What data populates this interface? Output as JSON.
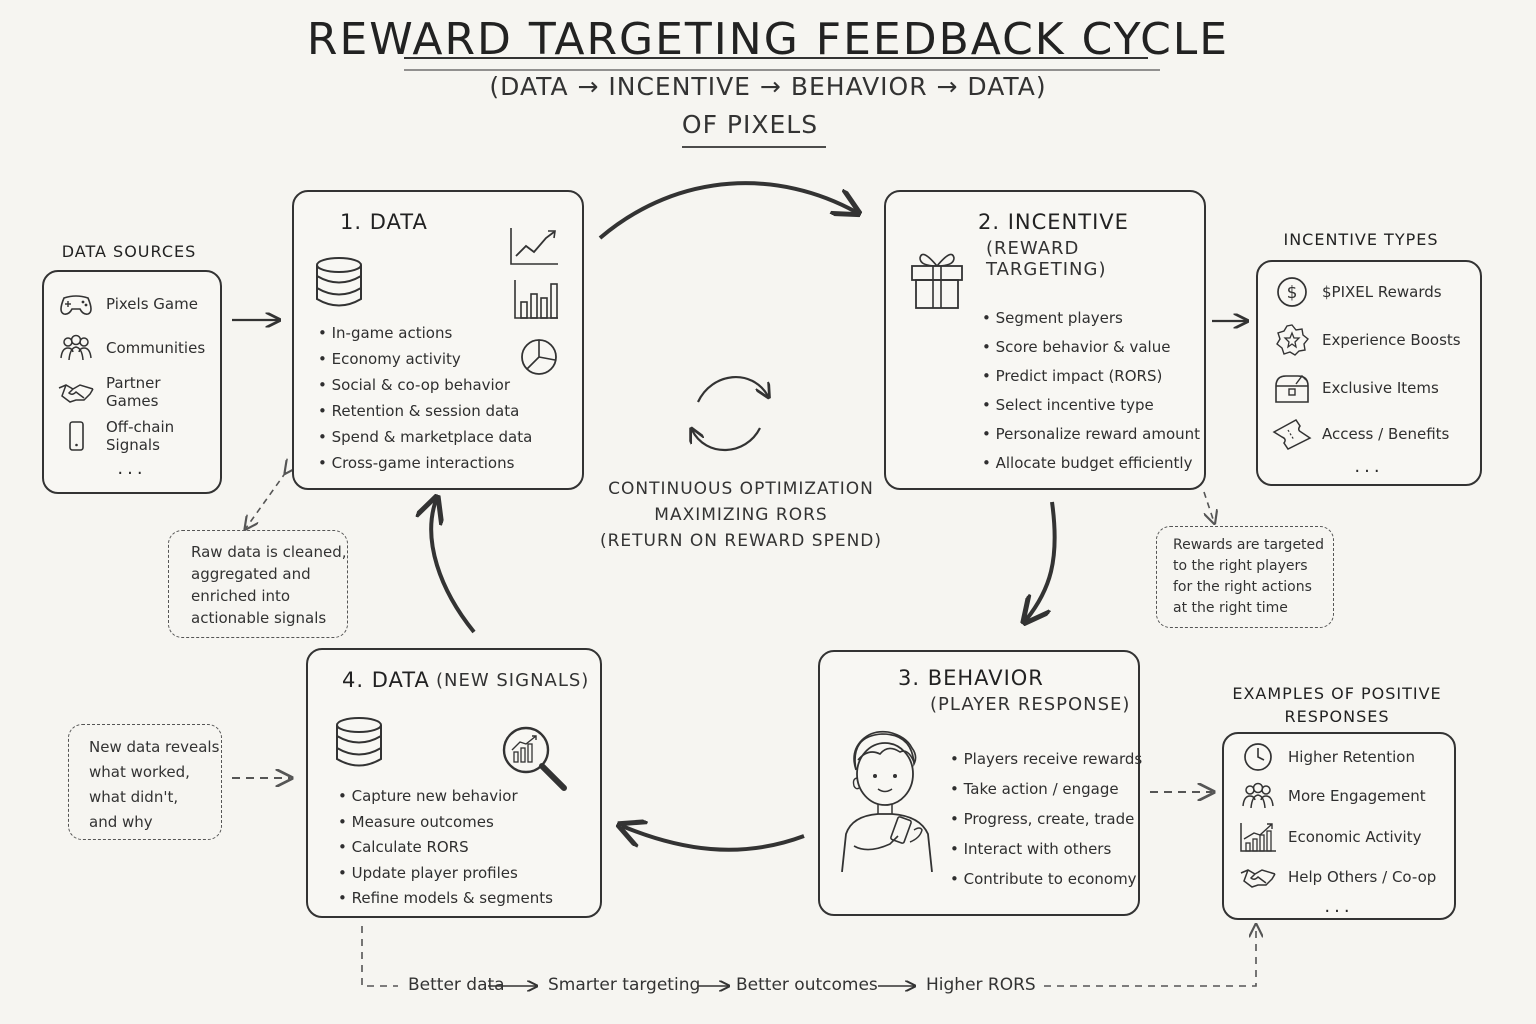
{
  "header": {
    "title": "REWARD TARGETING FEEDBACK CYCLE",
    "subtitle": "(DATA → INCENTIVE → BEHAVIOR → DATA)",
    "subtitle2": "OF PIXELS"
  },
  "data_sources": {
    "title": "DATA SOURCES",
    "items": [
      {
        "label": "Pixels Game",
        "icon": "gamepad-icon"
      },
      {
        "label": "Communities",
        "icon": "people-icon"
      },
      {
        "label": "Partner Games",
        "icon": "handshake-icon"
      },
      {
        "label": "Off-chain Signals",
        "icon": "phone-icon"
      }
    ],
    "more": "..."
  },
  "stage1": {
    "title": "1. DATA",
    "items": [
      "In-game actions",
      "Economy activity",
      "Social & co-op behavior",
      "Retention & session data",
      "Spend & marketplace data",
      "Cross-game interactions"
    ]
  },
  "stage2": {
    "title": "2. INCENTIVE",
    "subtitle": "(REWARD TARGETING)",
    "items": [
      "Segment players",
      "Score behavior & value",
      "Predict impact (RORS)",
      "Select incentive type",
      "Personalize reward amount",
      "Allocate budget efficiently"
    ]
  },
  "incentive_types": {
    "title": "INCENTIVE TYPES",
    "items": [
      {
        "label": "$PIXEL Rewards",
        "icon": "dollar-coin-icon"
      },
      {
        "label": "Experience Boosts",
        "icon": "star-badge-icon"
      },
      {
        "label": "Exclusive Items",
        "icon": "treasure-chest-icon"
      },
      {
        "label": "Access / Benefits",
        "icon": "ticket-icon"
      }
    ],
    "more": "..."
  },
  "stage3": {
    "title": "3. BEHAVIOR",
    "subtitle": "(PLAYER RESPONSE)",
    "items": [
      "Players receive rewards",
      "Take action / engage",
      "Progress, create, trade",
      "Interact with others",
      "Contribute to economy"
    ]
  },
  "positive_responses": {
    "title_line1": "EXAMPLES OF POSITIVE",
    "title_line2": "RESPONSES",
    "items": [
      {
        "label": "Higher Retention",
        "icon": "clock-icon"
      },
      {
        "label": "More Engagement",
        "icon": "people-icon"
      },
      {
        "label": "Economic Activity",
        "icon": "growth-chart-icon"
      },
      {
        "label": "Help Others / Co-op",
        "icon": "handshake-icon"
      }
    ],
    "more": "..."
  },
  "stage4": {
    "title": "4. DATA",
    "subtitle": "(NEW SIGNALS)",
    "items": [
      "Capture new behavior",
      "Measure outcomes",
      "Calculate RORS",
      "Update player profiles",
      "Refine models & segments"
    ]
  },
  "center": {
    "line1": "CONTINUOUS OPTIMIZATION",
    "line2": "MAXIMIZING RORS",
    "line3": "(RETURN ON REWARD SPEND)"
  },
  "notes": {
    "raw_data": [
      "Raw data is cleaned,",
      "aggregated and",
      "enriched into",
      "actionable signals"
    ],
    "rewards_targeted": [
      "Rewards are targeted",
      "to the right players",
      "for the right actions",
      "at the right time"
    ],
    "new_data": [
      "New data reveals",
      "what worked,",
      "what didn't,",
      "and why"
    ]
  },
  "bottom_flow": [
    "Better data",
    "Smarter targeting",
    "Better outcomes",
    "Higher RORS"
  ],
  "colors": {
    "ink": "#333333",
    "paper": "#f6f5f1"
  }
}
